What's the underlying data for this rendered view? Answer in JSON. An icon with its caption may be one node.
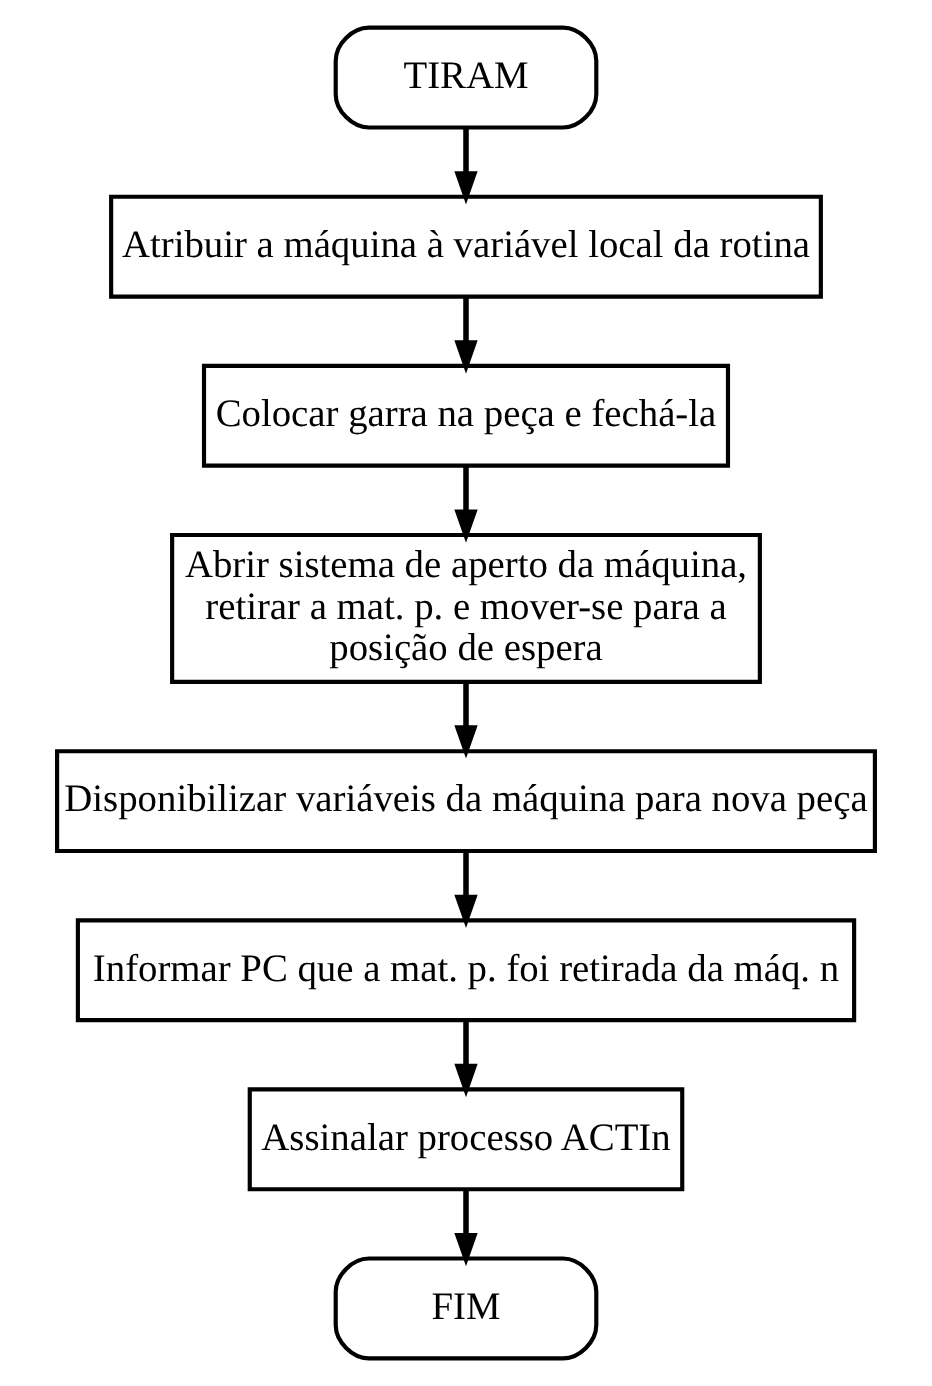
{
  "diagram": {
    "nodes": [
      {
        "text": [
          "TIRAM"
        ]
      },
      {
        "text": [
          "Atribuir a máquina à variável local da rotina"
        ]
      },
      {
        "text": [
          "Colocar garra na peça e fechá-la"
        ]
      },
      {
        "text": [
          "Abrir sistema de aperto da máquina, retirar a mat. p. e mover-se para a posição de espera"
        ]
      },
      {
        "text": [
          "Disponibilizar variáveis da máquina para nova peça"
        ]
      },
      {
        "text": [
          "Informar PC que a mat. p. foi retirada da máq. n"
        ]
      },
      {
        "text": [
          "Assinalar processo ACTIn"
        ]
      },
      {
        "text": [
          "FIM"
        ]
      }
    ],
    "edges": [
      {
        "from": 0,
        "to": 1,
        "arrow": "to"
      },
      {
        "from": 1,
        "to": 2,
        "arrow": "to"
      },
      {
        "from": 2,
        "to": 3,
        "arrow": "to"
      },
      {
        "from": 3,
        "to": 4,
        "arrow": "to"
      },
      {
        "from": 4,
        "to": 5,
        "arrow": "to"
      },
      {
        "from": 5,
        "to": 6,
        "arrow": "to"
      },
      {
        "from": 6,
        "to": 7,
        "arrow": "to"
      }
    ]
  }
}
